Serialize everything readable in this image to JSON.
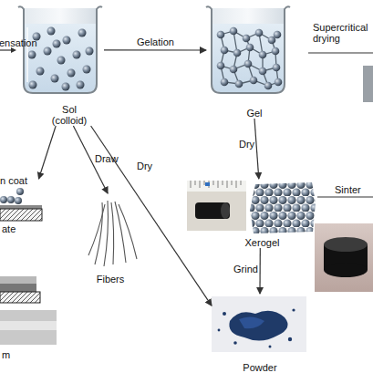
{
  "diagram": {
    "nodes": [
      {
        "text": [
          "Sol (colloid)"
        ]
      },
      {
        "text": [
          "Gel"
        ]
      },
      {
        "text": [
          "ate"
        ]
      },
      {
        "text": [
          "Xerogel"
        ]
      },
      {
        "text": [
          "Fibers"
        ]
      },
      {
        "text": [
          "m"
        ]
      },
      {
        "text": [
          "Powder"
        ]
      }
    ],
    "edges": [
      {
        "from": 0,
        "to": 1,
        "label": "Gelation",
        "arrow": "to"
      },
      {
        "from": 0,
        "to": 2,
        "label": "n coat",
        "arrow": "to"
      },
      {
        "from": 0,
        "to": 4,
        "label": "Draw",
        "arrow": "to"
      },
      {
        "from": 0,
        "to": 6,
        "label": "Dry",
        "arrow": "to"
      },
      {
        "from": 1,
        "to": 3,
        "label": "Dry",
        "arrow": "to"
      },
      {
        "from": 3,
        "to": 6,
        "label": "Grind",
        "arrow": "to"
      }
    ],
    "labels": [
      "ensation",
      "Supercritical drying",
      "Sinter"
    ]
  }
}
